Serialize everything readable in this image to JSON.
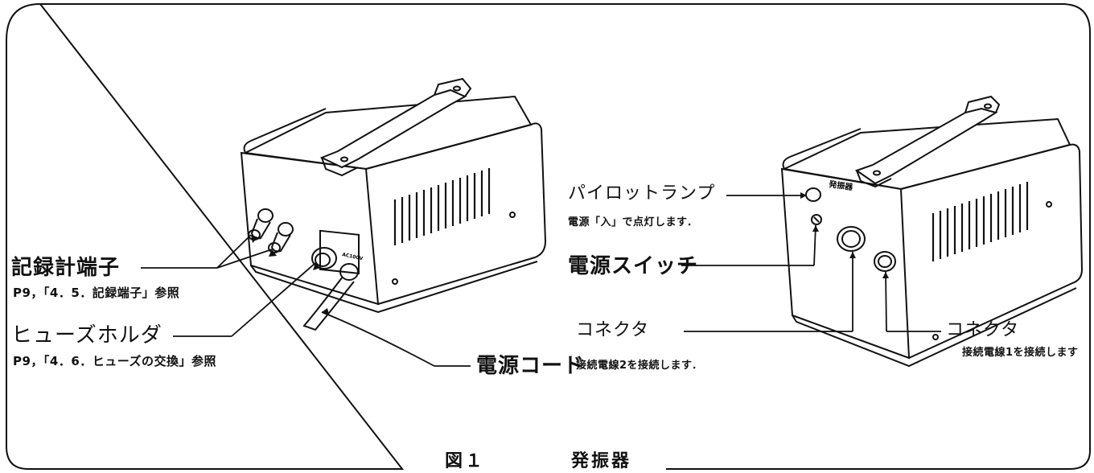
{
  "labels": {
    "recorder_terminal": "記録計端子",
    "recorder_terminal_ref": "P9，「4．5．記録端子」参照",
    "fuse_holder": "ヒューズホルダ",
    "fuse_holder_ref": "P9，「4．6．ヒューズの交換」参照",
    "power_cord": "電源コード",
    "pilot_lamp": "パイロットランプ",
    "pilot_lamp_note": "電源「入」で点灯します．",
    "power_switch": "電源スイッチ",
    "connector_2": "コネクタ",
    "connector_2_note": "接続電線2を接続します．",
    "connector_1": "コネクタ",
    "connector_1_note": "接続電線1を接続します"
  },
  "caption": {
    "figure": "図１",
    "title": "発振器"
  },
  "device_marks": {
    "front_panel": "発振器",
    "ac_label": "AC100V"
  },
  "colors": {
    "line": "#111111",
    "background": "#ffffff"
  }
}
